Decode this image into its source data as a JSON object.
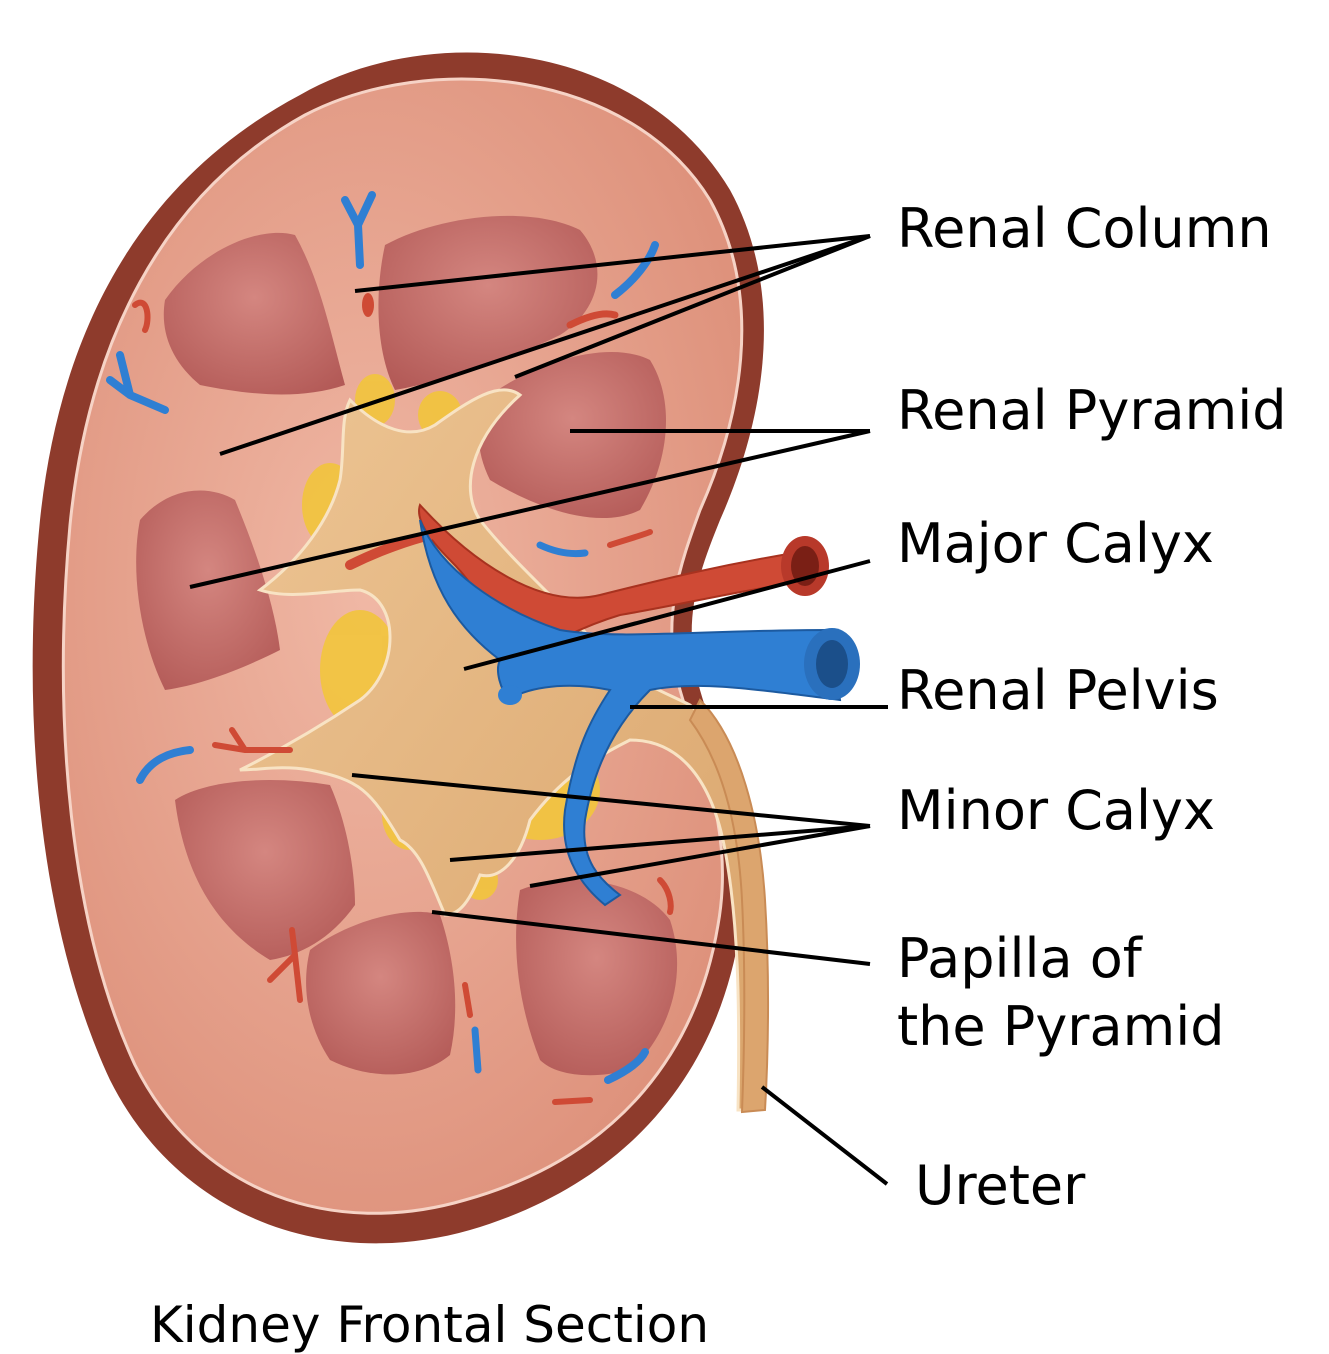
{
  "labels": {
    "renal_column": "Renal Column",
    "renal_pyramid": "Renal Pyramid",
    "major_calyx": "Major Calyx",
    "renal_pelvis": "Renal Pelvis",
    "minor_calyx": "Minor Calyx",
    "papilla_line1": "Papilla of",
    "papilla_line2": "the Pyramid",
    "ureter": "Ureter"
  },
  "caption": "Kidney Frontal Section",
  "colors": {
    "capsule": "#8e3b2c",
    "cortex": "#e5a38f",
    "pyramid": "#c4706a",
    "pelvis": "#e4b783",
    "fat": "#f2c53c",
    "artery": "#cf4a35",
    "vein": "#2f7fd3",
    "leader": "#000000"
  }
}
